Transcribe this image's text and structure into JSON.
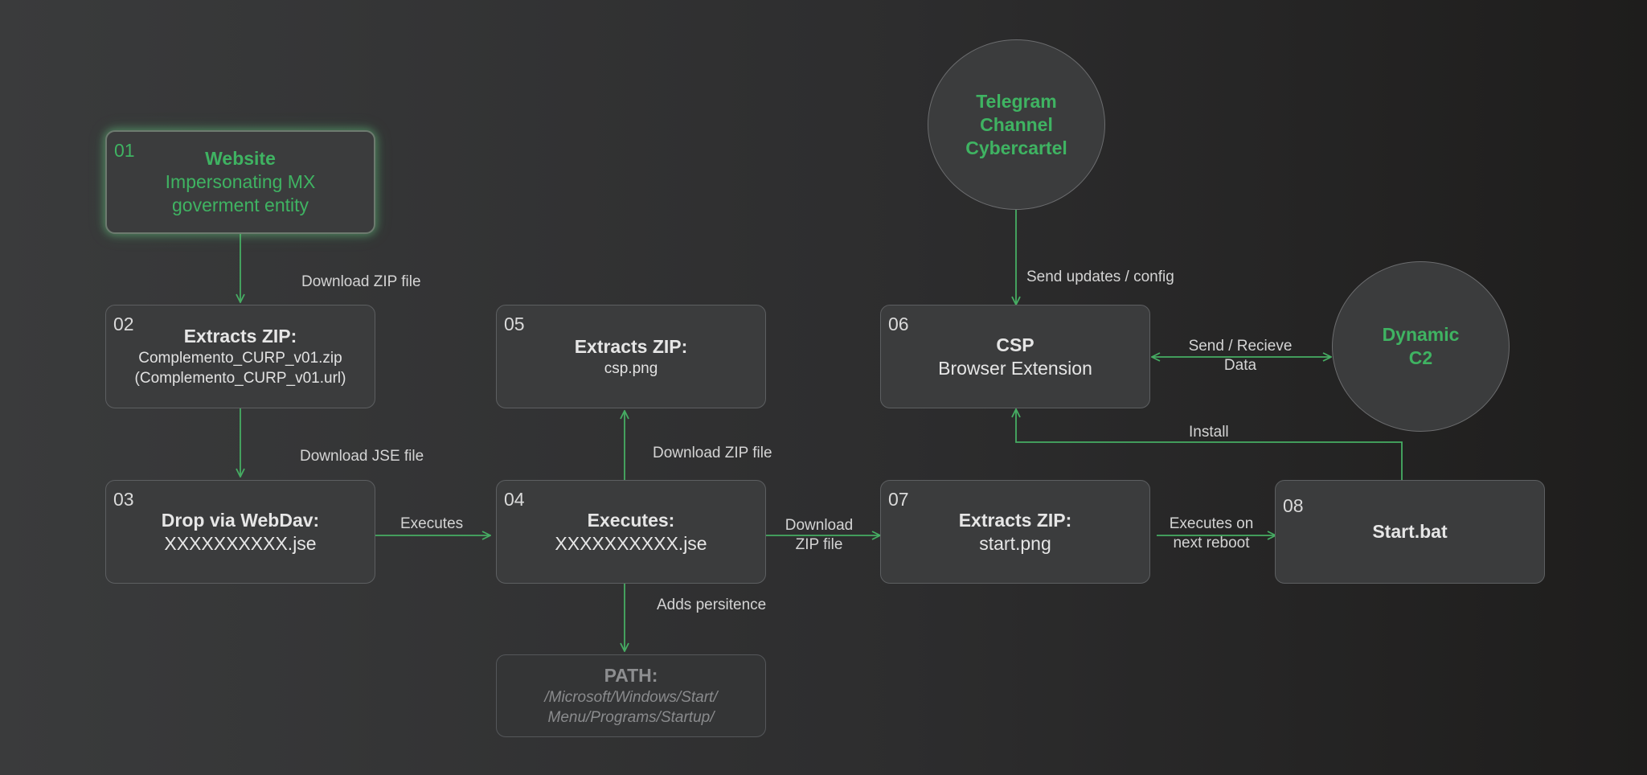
{
  "nodes": {
    "n01": {
      "num": "01",
      "title": "Website",
      "lines": [
        "Impersonating MX",
        "goverment entity"
      ]
    },
    "n02": {
      "num": "02",
      "title": "Extracts ZIP:",
      "lines": [
        "Complemento_CURP_v01.zip",
        "(Complemento_CURP_v01.url)"
      ]
    },
    "n03": {
      "num": "03",
      "title": "Drop via WebDav:",
      "lines": [
        "XXXXXXXXXX.jse"
      ]
    },
    "n04": {
      "num": "04",
      "title": "Executes:",
      "lines": [
        "XXXXXXXXXX.jse"
      ]
    },
    "n05": {
      "num": "05",
      "title": "Extracts ZIP:",
      "lines": [
        "csp.png"
      ]
    },
    "n06": {
      "num": "06",
      "title": "CSP",
      "lines": [
        "Browser Extension"
      ]
    },
    "n07": {
      "num": "07",
      "title": "Extracts ZIP:",
      "lines": [
        "start.png"
      ]
    },
    "n08": {
      "num": "08",
      "title": "Start.bat"
    },
    "path": {
      "title": "PATH:",
      "lines": [
        "/Microsoft/Windows/Start/",
        "Menu/Programs/Startup/"
      ]
    }
  },
  "circles": {
    "telegram": {
      "lines": [
        "Telegram",
        "Channel",
        "Cybercartel"
      ]
    },
    "c2": {
      "lines": [
        "Dynamic",
        "C2"
      ]
    }
  },
  "edges": {
    "e01_02": "Download ZIP file",
    "e02_03": "Download JSE file",
    "e03_04": "Executes",
    "e04_05": "Download ZIP file",
    "e04_07": [
      "Download",
      "ZIP file"
    ],
    "e04_path": "Adds persitence",
    "e07_08": [
      "Executes on",
      "next reboot"
    ],
    "etg_06": "Send updates / config",
    "e06_c2": [
      "Send / Recieve",
      "Data"
    ],
    "e08_06": "Install"
  },
  "colors": {
    "accent_green": "#3fb362",
    "connector": "#46ad63",
    "box_fill": "#3b3c3d",
    "box_border": "#5d5f61"
  }
}
